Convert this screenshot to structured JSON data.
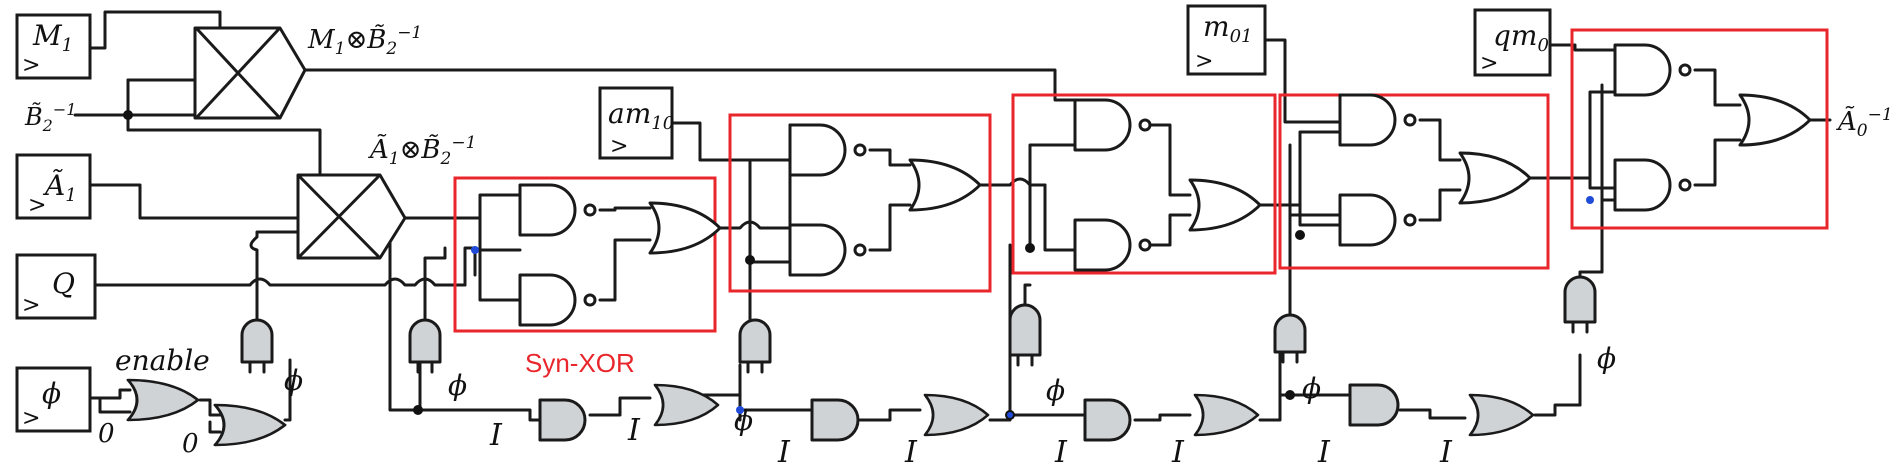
{
  "inputs": {
    "M1": {
      "base": "M",
      "sub": "1"
    },
    "A1": {
      "base": "Ã",
      "sub": "1"
    },
    "Q": {
      "base": "Q"
    },
    "phi": {
      "base": "ϕ"
    },
    "am10": {
      "base": "am",
      "sub": "10"
    },
    "m01": {
      "base": "m",
      "sub": "01"
    },
    "qm0": {
      "base": "qm",
      "sub": "0"
    }
  },
  "signals": {
    "B2inv": {
      "base": "B̃",
      "sub": "2",
      "sup": "−1"
    },
    "M1B2": {
      "a": "M",
      "a_sub": "1",
      "op": "⊗",
      "b": "B̃",
      "b_sub": "2",
      "b_sup": "−1"
    },
    "A1B2": {
      "a": "Ã",
      "a_sub": "1",
      "op": "⊗",
      "b": "B̃",
      "b_sub": "2",
      "b_sup": "−1"
    },
    "A0inv": {
      "base": "Ã",
      "sub": "0",
      "sup": "−1"
    }
  },
  "labels": {
    "enable": "enable",
    "phi": "ϕ",
    "zero": "0",
    "reg": "I",
    "syn_xor": "Syn-XOR",
    "clock_mark": ">"
  },
  "colors": {
    "wire": "#1a1a1a",
    "highlight": "#e8262b",
    "gate_fill": "#cfd3d6",
    "junction": "#1f4bd8"
  }
}
